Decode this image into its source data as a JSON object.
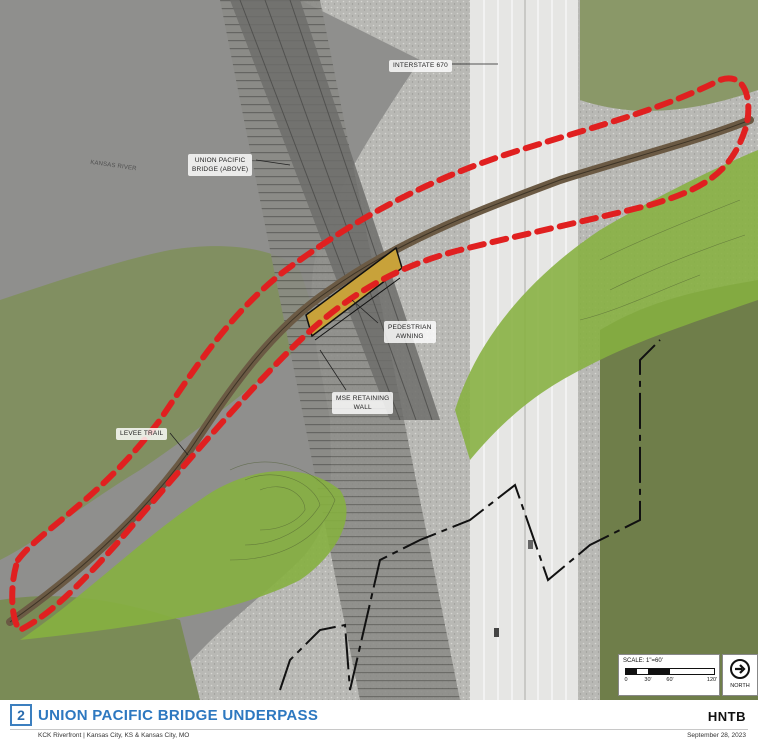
{
  "map": {
    "labels": {
      "river": "KANSAS RIVER",
      "highway": "INTERSTATE 670",
      "bridge_line1": "UNION PACIFIC",
      "bridge_line2": "BRIDGE (ABOVE)",
      "awning_line1": "PEDESTRIAN",
      "awning_line2": "AWNING",
      "wall_line1": "MSE RETAINING",
      "wall_line2": "WALL",
      "trail": "LEVEE TRAIL"
    },
    "colors": {
      "river": "#8e8e8c",
      "vegetation": "#9aa86e",
      "green_area": "#86b040",
      "trail": "#6b5a44",
      "study_area_outline": "#e02020",
      "highway": "#e7e7e5",
      "rail": "#7a7a78",
      "awning": "#c8a23a",
      "boundary": "#111111"
    }
  },
  "scale": {
    "title": "SCALE: 1\"=60'",
    "ticks": [
      "0",
      "30'",
      "60'",
      "120'"
    ]
  },
  "north": {
    "label": "NORTH",
    "icon": "north-arrow-icon"
  },
  "footer": {
    "sheet_number": "2",
    "title": "UNION PACIFIC BRIDGE UNDERPASS",
    "brand": "HNTB",
    "project": "KCK Riverfront | Kansas City, KS & Kansas City, MO",
    "date": "September 28, 2023"
  }
}
